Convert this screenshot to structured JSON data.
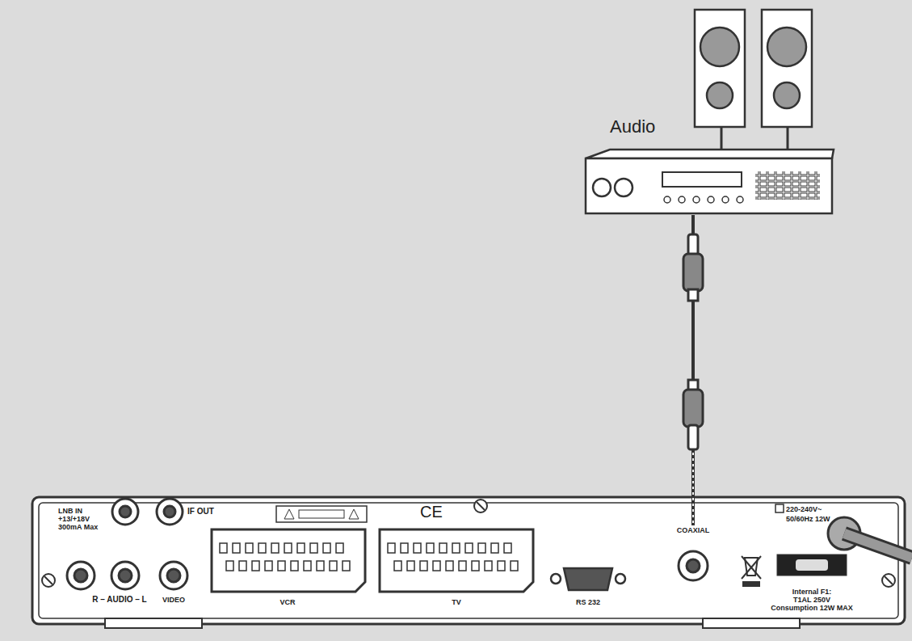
{
  "diagram": {
    "nodes": [
      {
        "text": [
          "Audio"
        ]
      },
      {
        "text": [
          "COAXIAL"
        ]
      }
    ],
    "edges": [
      {
        "from": 0,
        "to": 1,
        "arrow": "none"
      }
    ],
    "labels": [
      "LNB IN",
      "+13/+18V",
      "300mA Max",
      "IF OUT",
      "R – AUDIO – L",
      "VIDEO",
      "VCR",
      "TV",
      "RS 232",
      "CE",
      "220-240V~",
      "50/60Hz 12W",
      "Internal F1:",
      "T1AL 250V",
      "Consumption 12W MAX"
    ]
  }
}
